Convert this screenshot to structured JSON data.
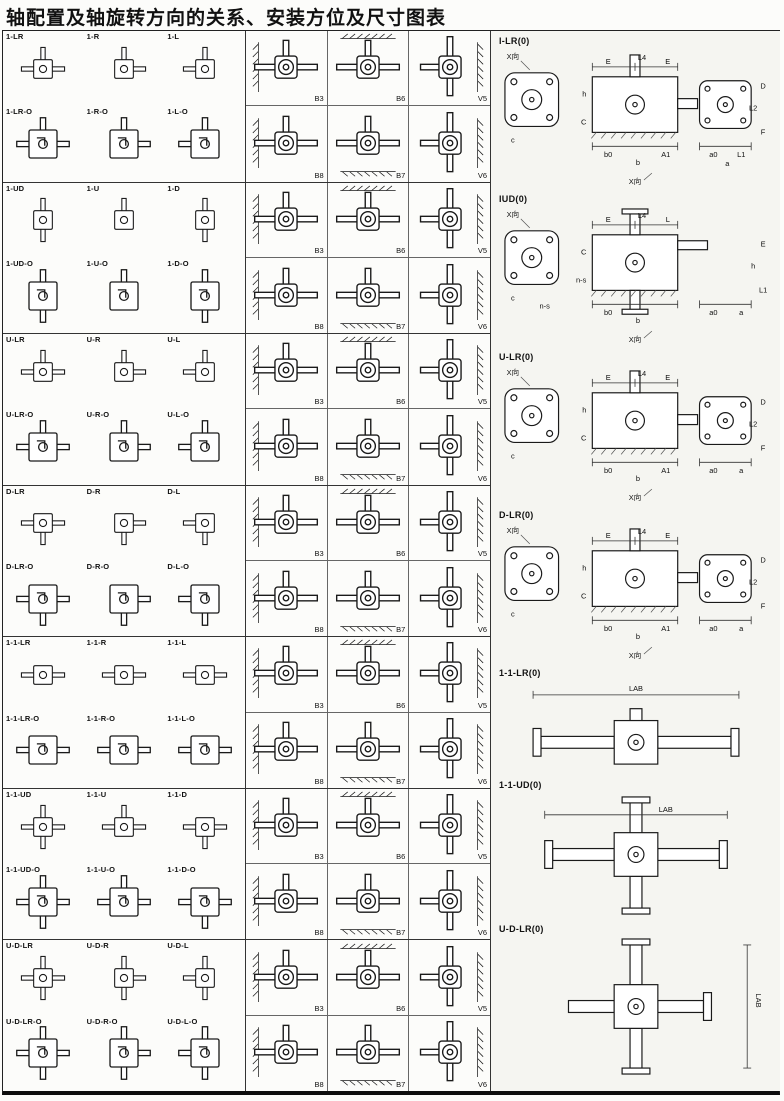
{
  "title": "轴配置及轴旋转方向的关系、安装方位及尺寸图表",
  "mount_codes_row1": [
    "B3",
    "B6",
    "V5"
  ],
  "mount_codes_row2": [
    "B8",
    "B7",
    "V6"
  ],
  "groups": [
    {
      "row1": [
        "1-LR",
        "1-R",
        "1-L"
      ],
      "row2": [
        "1-LR-O",
        "1-R-O",
        "1-L-O"
      ]
    },
    {
      "row1": [
        "1-UD",
        "1-U",
        "1-D"
      ],
      "row2": [
        "1-UD-O",
        "1-U-O",
        "1-D-O"
      ]
    },
    {
      "row1": [
        "U-LR",
        "U-R",
        "U-L"
      ],
      "row2": [
        "U-LR-O",
        "U-R-O",
        "U-L-O"
      ]
    },
    {
      "row1": [
        "D-LR",
        "D-R",
        "D-L"
      ],
      "row2": [
        "D-LR-O",
        "D-R-O",
        "D-L-O"
      ]
    },
    {
      "row1": [
        "1-1-LR",
        "1-1-R",
        "1-1-L"
      ],
      "row2": [
        "1-1-LR-O",
        "1-1-R-O",
        "1-1-L-O"
      ]
    },
    {
      "row1": [
        "1-1-UD",
        "1-1-U",
        "1-1-D"
      ],
      "row2": [
        "1-1-UD-O",
        "1-1-U-O",
        "1-1-D-O"
      ]
    },
    {
      "row1": [
        "U-D-LR",
        "U-D-R",
        "U-D-L"
      ],
      "row2": [
        "U-D-LR-O",
        "U-D-R-O",
        "U-D-L-O"
      ]
    }
  ],
  "dim_diagrams": [
    {
      "title": "I-LR(0)",
      "type": "lr",
      "view_label": "X向",
      "bottom_view_label": "X向",
      "dims": {
        "top": [
          "E",
          "L4",
          "E"
        ],
        "right": [
          "D",
          "L2",
          "F"
        ],
        "left": [
          "h",
          "C"
        ],
        "bottom1": [
          "b0",
          "b",
          "A1"
        ],
        "bottom2": [
          "a0",
          "L1",
          "a"
        ],
        "flange": "c",
        "extra": ""
      }
    },
    {
      "title": "IUD(0)",
      "type": "ud",
      "view_label": "X向",
      "bottom_view_label": "X向",
      "dims": {
        "top": [
          "E",
          "L4",
          "L"
        ],
        "right": [
          "E",
          "h",
          "L1"
        ],
        "left": [
          "C",
          "n-s"
        ],
        "bottom1": [
          "b0",
          "b",
          ""
        ],
        "bottom2": [
          "a0",
          "a",
          ""
        ],
        "flange": "c",
        "extra": "n-s"
      }
    },
    {
      "title": "U-LR(0)",
      "type": "lr",
      "view_label": "X向",
      "bottom_view_label": "X向",
      "dims": {
        "top": [
          "E",
          "L4",
          "E"
        ],
        "right": [
          "D",
          "L2",
          "F"
        ],
        "left": [
          "h",
          "C"
        ],
        "bottom1": [
          "b0",
          "b",
          "A1"
        ],
        "bottom2": [
          "a0",
          "a",
          ""
        ],
        "flange": "c",
        "extra": ""
      }
    },
    {
      "title": "D-LR(0)",
      "type": "lr",
      "view_label": "X向",
      "bottom_view_label": "X向",
      "dims": {
        "top": [
          "E",
          "L4",
          "E"
        ],
        "right": [
          "D",
          "L2",
          "F"
        ],
        "left": [
          "h",
          "C"
        ],
        "bottom1": [
          "b0",
          "b",
          "A1"
        ],
        "bottom2": [
          "a0",
          "a",
          ""
        ],
        "flange": "c",
        "extra": ""
      }
    },
    {
      "title": "1-1-LR(0)",
      "type": "cross-h",
      "dim_label": "LAB"
    },
    {
      "title": "1-1-UD(0)",
      "type": "cross",
      "dim_label": "LAB"
    },
    {
      "title": "U-D-LR(0)",
      "type": "cross-v",
      "dim_label": "LAB"
    }
  ]
}
